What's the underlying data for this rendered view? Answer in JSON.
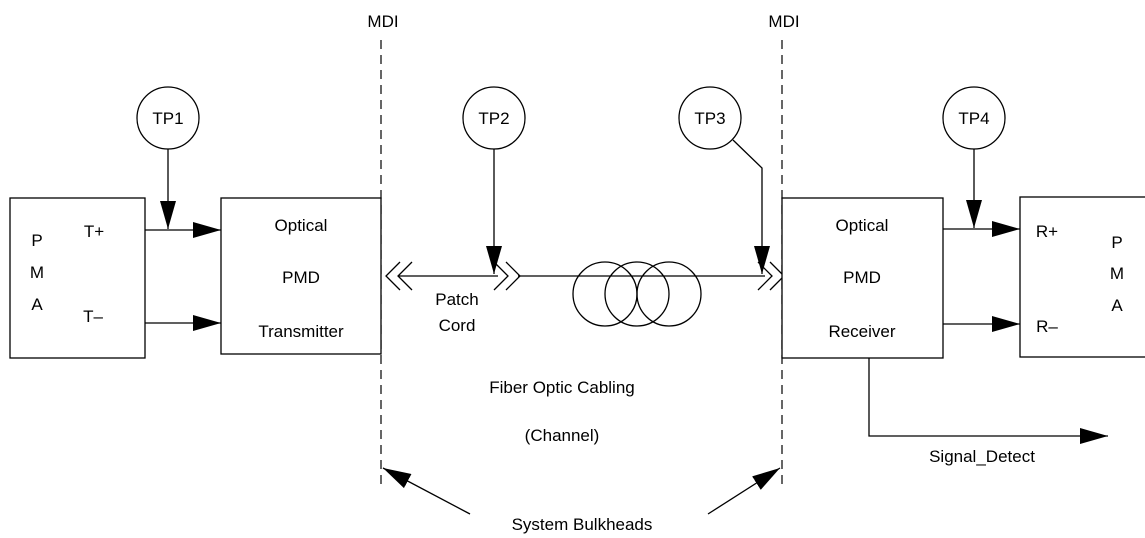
{
  "labels": {
    "mdi_left": "MDI",
    "mdi_right": "MDI",
    "tp1": "TP1",
    "tp2": "TP2",
    "tp3": "TP3",
    "tp4": "TP4",
    "pma_left_p": "P",
    "pma_left_m": "M",
    "pma_left_a": "A",
    "t_plus": "T+",
    "t_minus": "T–",
    "tx_line1": "Optical",
    "tx_line2": "PMD",
    "tx_line3": "Transmitter",
    "patch_line1": "Patch",
    "patch_line2": "Cord",
    "rx_line1": "Optical",
    "rx_line2": "PMD",
    "rx_line3": "Receiver",
    "r_plus": "R+",
    "r_minus": "R–",
    "pma_right_p": "P",
    "pma_right_m": "M",
    "pma_right_a": "A",
    "cabling_line1": "Fiber Optic Cabling",
    "cabling_line2": "(Channel)",
    "signal_detect": "Signal_Detect",
    "bulkheads": "System Bulkheads"
  }
}
